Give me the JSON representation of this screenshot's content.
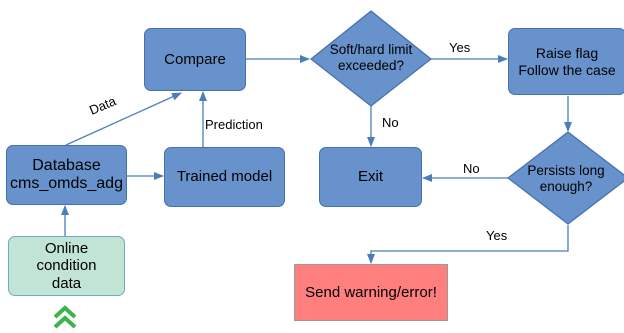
{
  "nodes": {
    "compare": "Compare",
    "limit_decision": "Soft/hard limit\nexceeded?",
    "raise_flag": "Raise flag\nFollow the case",
    "database": "Database\ncms_omds_adg",
    "trained_model": "Trained model",
    "exit": "Exit",
    "persists_decision": "Persists long\nenough?",
    "online_data": "Online\ncondition\ndata",
    "send_warning": "Send warning/error!"
  },
  "edge_labels": {
    "data": "Data",
    "prediction": "Prediction",
    "yes_limit": "Yes",
    "no_limit": "No",
    "no_persists": "No",
    "yes_persists": "Yes"
  },
  "colors": {
    "process_fill": "#6892cc",
    "process_border": "#4470ab",
    "arrow": "#4a7ebb",
    "source_fill": "#c1e4d4",
    "alert_fill": "#ff7f7f",
    "chevron": "#3cb44b"
  },
  "icons": {
    "source_marker": "double-chevron-up-icon"
  }
}
